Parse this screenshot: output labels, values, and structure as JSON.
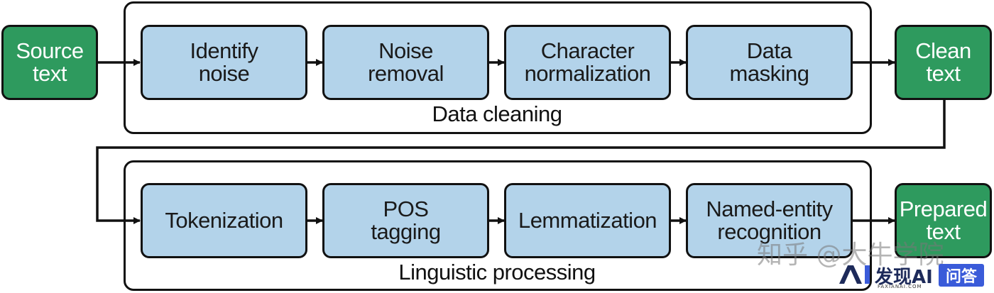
{
  "groups": {
    "cleaning": {
      "label": "Data cleaning"
    },
    "linguistic": {
      "label": "Linguistic processing"
    }
  },
  "terminals": {
    "source": "Source\ntext",
    "clean": "Clean\ntext",
    "prepared": "Prepared\ntext"
  },
  "cleaning_steps": [
    "Identify\nnoise",
    "Noise\nremoval",
    "Character\nnormalization",
    "Data\nmasking"
  ],
  "linguistic_steps": [
    "Tokenization",
    "POS\ntagging",
    "Lemmatization",
    "Named-entity\nrecognition"
  ],
  "watermark": {
    "zhihu": "知乎 @大牛学院",
    "brand": "发现AI",
    "brand_sub": "FAXIANAI.COM",
    "qa": "问答"
  },
  "colors": {
    "step_fill": "#b3d3ea",
    "terminal_fill": "#2e9a5e",
    "stroke": "#111111"
  }
}
